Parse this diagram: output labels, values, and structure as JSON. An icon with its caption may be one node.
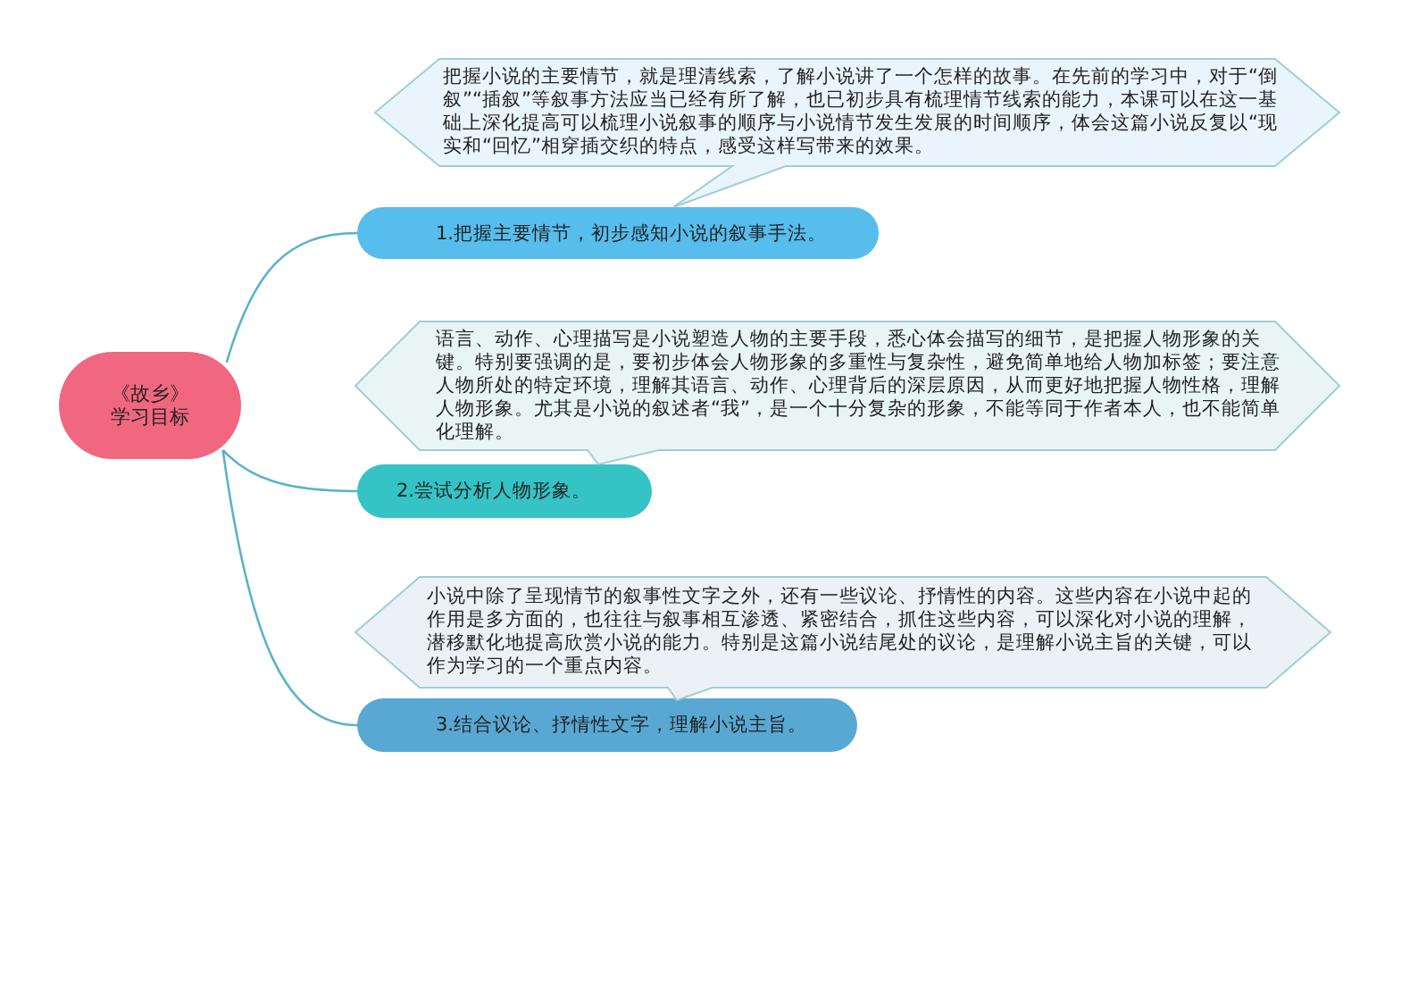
{
  "diagram": {
    "nodes": [
      {
        "text": [
          "《故乡》学习目标"
        ]
      },
      {
        "text": [
          "1.把握主要情节，初步感知小说的叙事手法。"
        ]
      },
      {
        "text": [
          "把握小说的主要情节，就是理清线索，了解小说讲了一个怎样的故事。在先前的学习中，对于“倒叙”“插叙”等叙事方法应当已经有所了解，也已初步具有梳理情节线索的能力，本课可以在这一基础上深化提高可以梳理小说叙事的顺序与小说情节发生发展的时间顺序，体会这篇小说反复以“现实和“回忆”相穿插交织的特点，感受这样写带来的效果。"
        ]
      },
      {
        "text": [
          "2.尝试分析人物形象。"
        ]
      },
      {
        "text": [
          "语言、动作、心理描写是小说塑造人物的主要手段，悉心体会描写的细节，是把握人物形象的关键。特别要强调的是，要初步体会人物形象的多重性与复杂性，避免简单地给人物加标签；要注意人物所处的特定环境，理解其语言、动作、心理背后的深层原因，从而更好地把握人物性格，理解人物形象。尤其是小说的叙述者“我”，是一个十分复杂的形象，不能等同于作者本人，也不能简单化理解。"
        ]
      },
      {
        "text": [
          "3.结合议论、抒情性文字，理解小说主旨。"
        ]
      },
      {
        "text": [
          "小说中除了呈现情节的叙事性文字之外，还有一些议论、抒情性的内容。这些内容在小说中起的作用是多方面的，也往往与叙事相互渗透、紧密结合，抓住这些内容，可以深化对小说的理解，潜移默化地提高欣赏小说的能力。特别是这篇小说结尾处的议论，是理解小说主旨的关键，可以作为学习的一个重点内容。"
        ]
      }
    ],
    "edges": [
      {
        "from": 0,
        "to": 1,
        "arrow": "none"
      },
      {
        "from": 0,
        "to": 3,
        "arrow": "none"
      },
      {
        "from": 0,
        "to": 5,
        "arrow": "none"
      }
    ]
  }
}
